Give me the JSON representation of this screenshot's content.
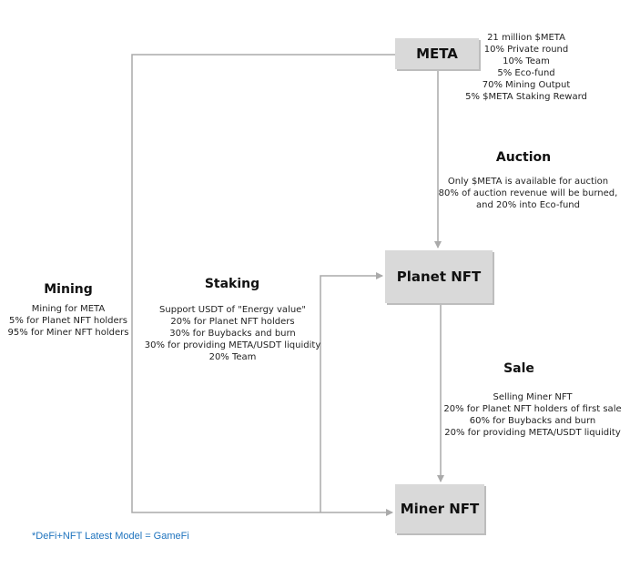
{
  "nodes": {
    "meta": "META",
    "planet_nft": "Planet NFT",
    "miner_nft": "Miner NFT"
  },
  "meta_info": [
    "21 million $META",
    "10% Private round",
    "10% Team",
    "5% Eco-fund",
    "70% Mining Output",
    "5% $META Staking Reward"
  ],
  "auction": {
    "title": "Auction",
    "lines": [
      "Only $META is available for auction",
      "80% of auction revenue will be burned,",
      "and 20% into Eco-fund"
    ]
  },
  "mining": {
    "title": "Mining",
    "lines": [
      "Mining for META",
      "5% for Planet NFT holders",
      "95% for Miner NFT holders"
    ]
  },
  "staking": {
    "title": "Staking",
    "lines": [
      "Support USDT of \"Energy value\"",
      "20% for Planet NFT holders",
      "30% for Buybacks and burn",
      "30% for providing META/USDT liquidity",
      "20% Team"
    ]
  },
  "sale": {
    "title": "Sale",
    "lines": [
      "Selling Miner NFT",
      "20% for Planet NFT holders of first sale",
      "60% for Buybacks and burn",
      "20% for providing META/USDT liquidity"
    ]
  },
  "footnote": "*DeFi+NFT Latest Model = GameFi",
  "colors": {
    "box_fill": "#d9d9d9",
    "connector": "#aaaaaa",
    "footnote": "#1e73be"
  }
}
